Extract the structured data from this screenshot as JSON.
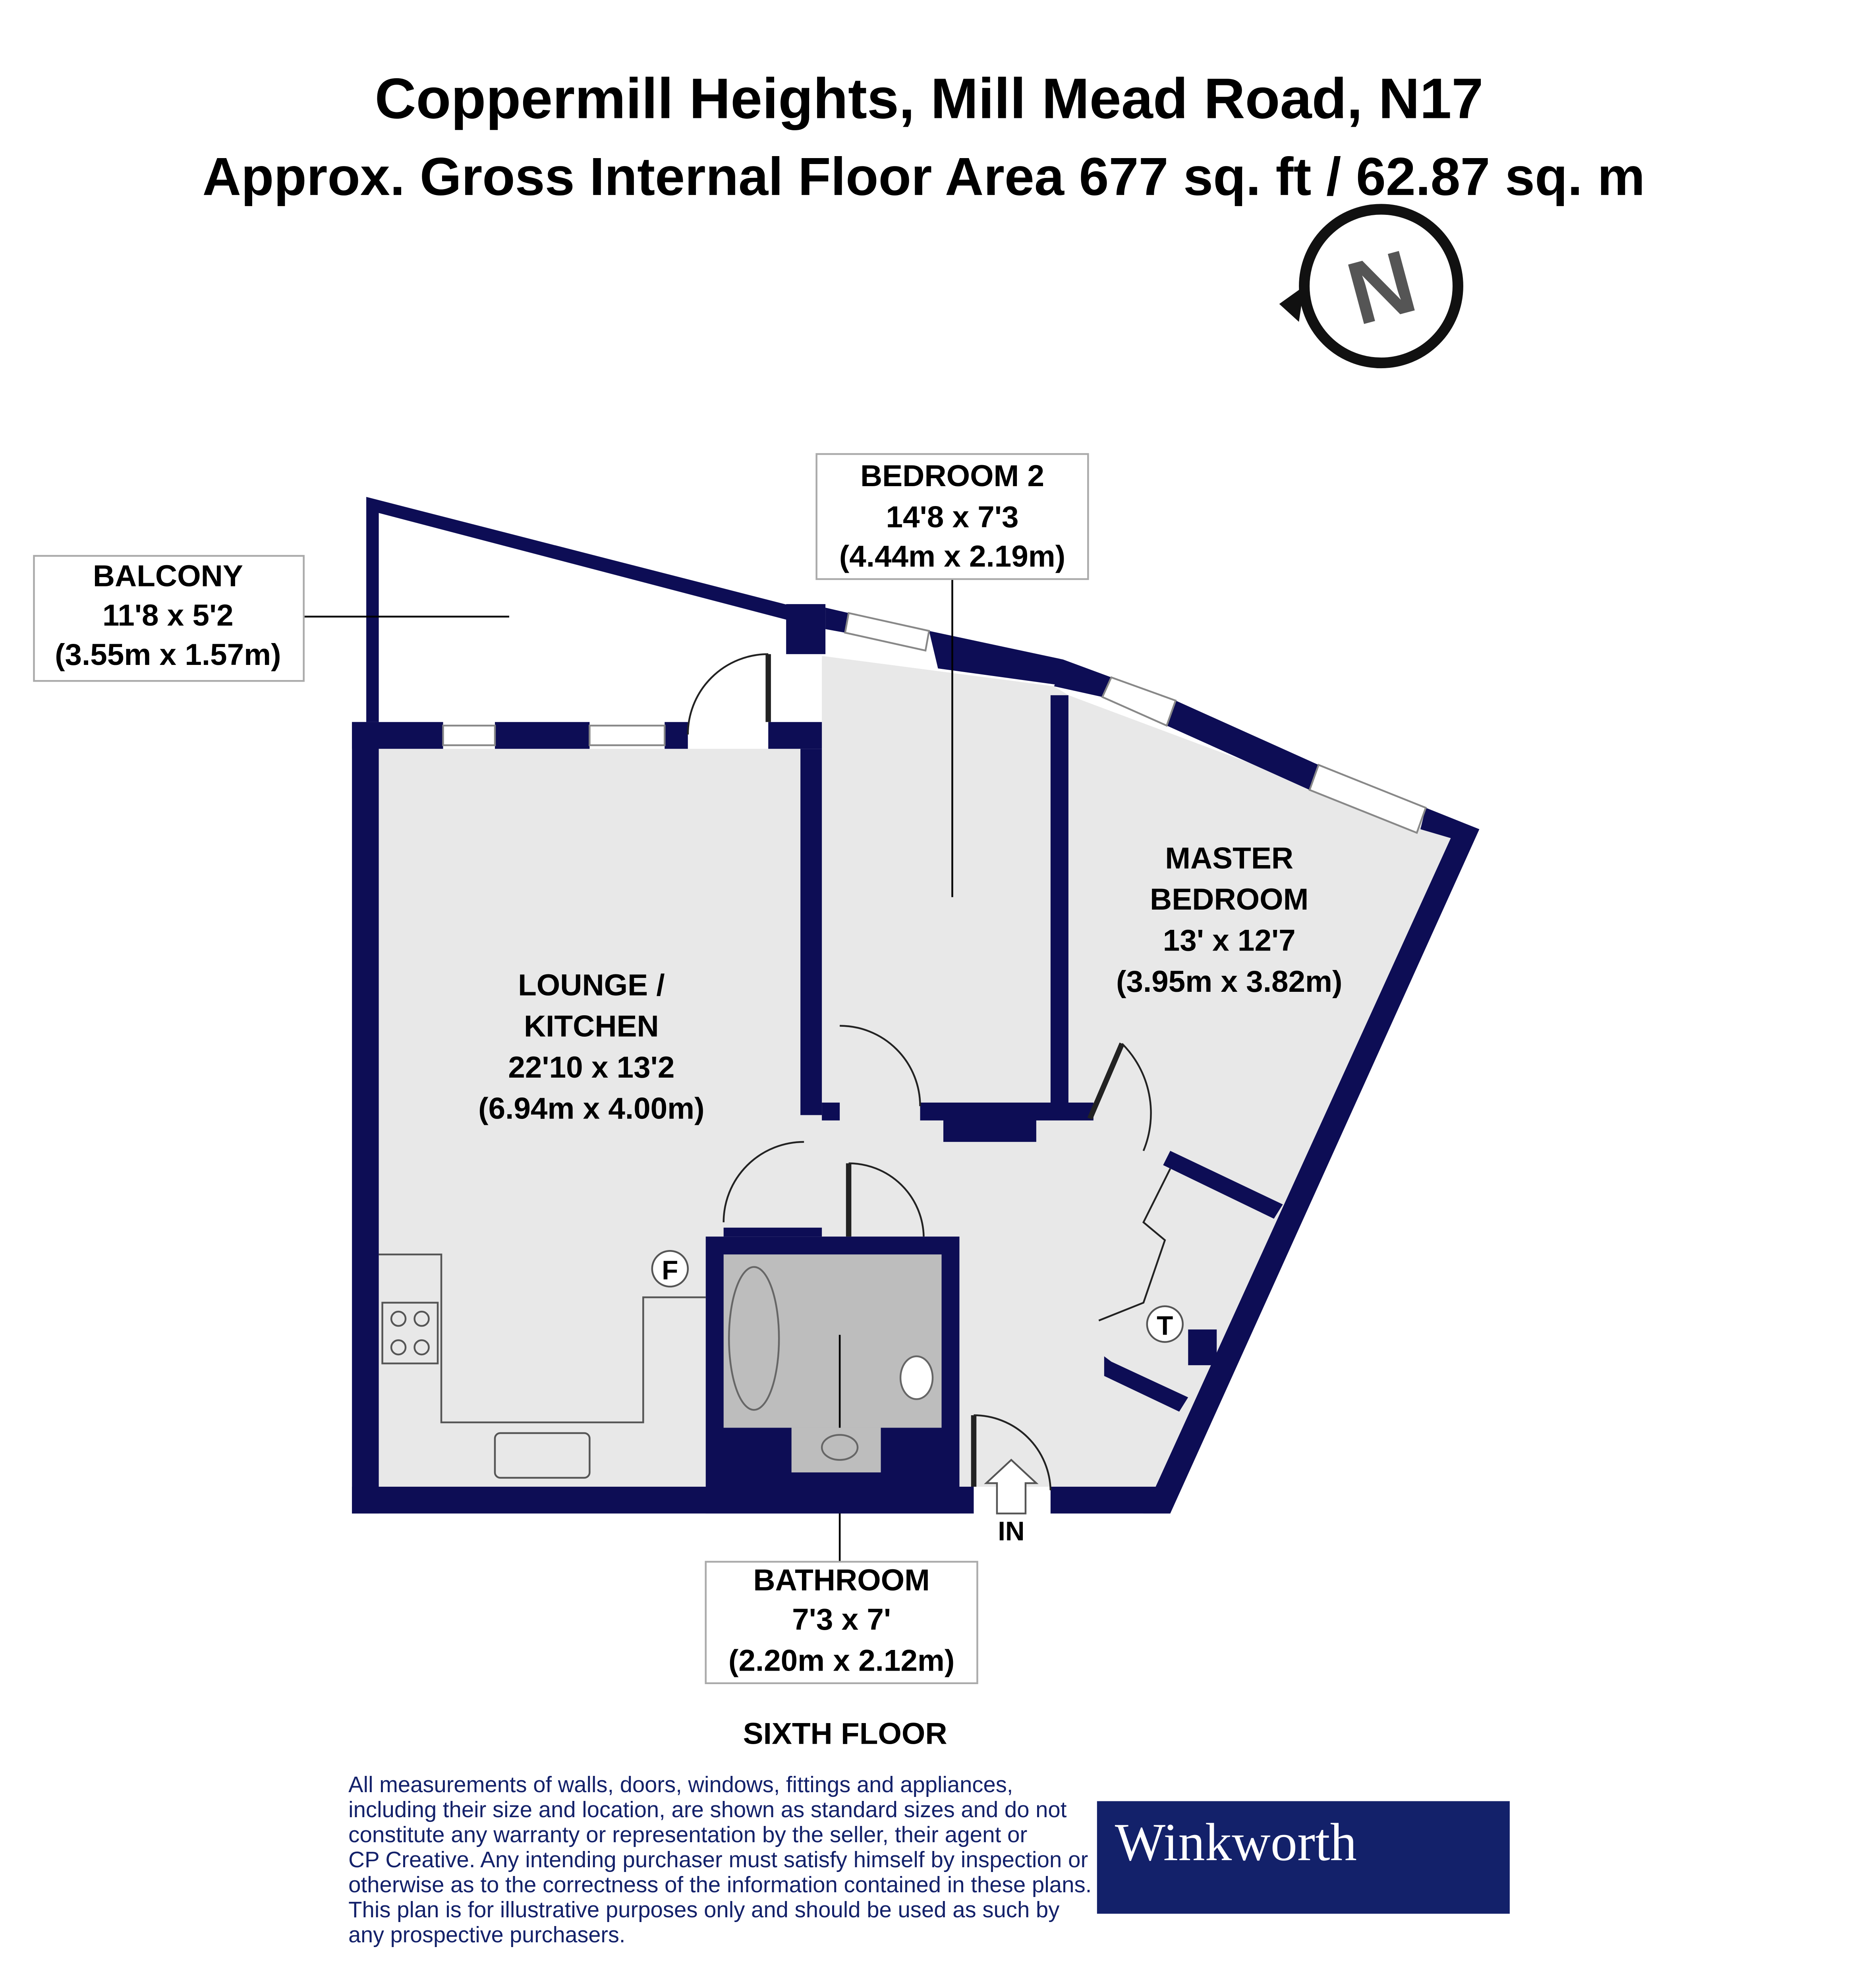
{
  "header": {
    "title": "Coppermill Heights, Mill Mead Road, N17",
    "subtitle": "Approx. Gross Internal Floor Area 677 sq. ft / 62.87 sq. m"
  },
  "compass": {
    "label": "N"
  },
  "rooms": {
    "balcony": {
      "name": "BALCONY",
      "imperial": "11'8 x 5'2",
      "metric": "(3.55m x 1.57m)"
    },
    "bedroom2": {
      "name": "BEDROOM 2",
      "imperial": "14'8 x 7'3",
      "metric": "(4.44m x 2.19m)"
    },
    "master": {
      "name1": "MASTER",
      "name2": "BEDROOM",
      "imperial": "13' x 12'7",
      "metric": "(3.95m x 3.82m)"
    },
    "lounge": {
      "name1": "LOUNGE /",
      "name2": "KITCHEN",
      "imperial": "22'10 x 13'2",
      "metric": "(6.94m x 4.00m)"
    },
    "bathroom": {
      "name": "BATHROOM",
      "imperial": "7'3 x 7'",
      "metric": "(2.20m x 2.12m)"
    }
  },
  "markers": {
    "fridge": "F",
    "tank": "T",
    "entrance": "IN"
  },
  "floor_label": "SIXTH FLOOR",
  "disclaimer": [
    "All measurements of walls, doors, windows, fittings and appliances,",
    "including their size and location, are shown as standard sizes and do not",
    "constitute any warranty or representation by the seller, their agent or",
    "CP Creative. Any intending purchaser must satisfy himself by inspection or",
    "otherwise as to the correctness of the information contained in these plans.",
    "This plan is for illustrative purposes only and should be used as such by",
    "any prospective purchasers."
  ],
  "logo": {
    "text": "Winkworth"
  },
  "colors": {
    "wall": "#0d0d55",
    "floor": "#e8e8e8",
    "bath": "#bdbdbd",
    "logo_bg": "#13216a"
  }
}
